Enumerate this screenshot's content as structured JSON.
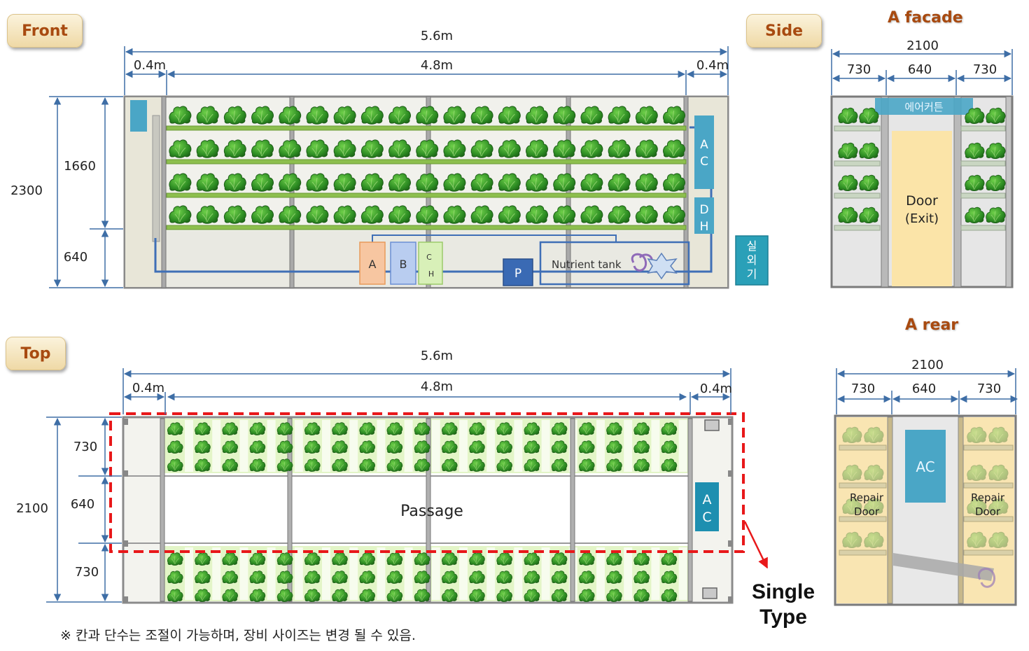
{
  "labels": {
    "front": "Front",
    "side": "Side",
    "top": "Top",
    "a_facade": "A facade",
    "a_rear": "A rear"
  },
  "front": {
    "total_width": "5.6m",
    "inner_width": "4.8m",
    "end_width_left": "0.4m",
    "end_width_right": "0.4m",
    "height_total": "2300",
    "height_upper": "1660",
    "height_lower": "640",
    "tank_a": "A",
    "tank_b": "B",
    "tank_c": "C",
    "tank_h": "H",
    "pump": "P",
    "nutrient_tank": "Nutrient tank",
    "ac": [
      "A",
      "C"
    ],
    "dh": [
      "D",
      "H"
    ],
    "outdoor_unit": [
      "실",
      "외",
      "기"
    ]
  },
  "facade": {
    "total": "2100",
    "left": "730",
    "middle": "640",
    "right": "730",
    "air_curtain": "에어커튼",
    "door": [
      "Door",
      "(Exit)"
    ]
  },
  "rear": {
    "total": "2100",
    "left": "730",
    "middle": "640",
    "right": "730",
    "ac": "AC",
    "repair_door_left": [
      "Repair",
      "Door"
    ],
    "repair_door_right": [
      "Repair",
      "Door"
    ]
  },
  "top": {
    "total_width": "5.6m",
    "inner_width": "4.8m",
    "end_width_left": "0.4m",
    "end_width_right": "0.4m",
    "depth_total": "2100",
    "depth_top": "730",
    "depth_mid": "640",
    "depth_bottom": "730",
    "passage": "Passage",
    "ac": [
      "A",
      "C"
    ]
  },
  "single_type": [
    "Single",
    "Type"
  ],
  "footnote": "※ 칸과 단수는 조절이 가능하며, 장비 사이즈는 변경 될 수 있음."
}
